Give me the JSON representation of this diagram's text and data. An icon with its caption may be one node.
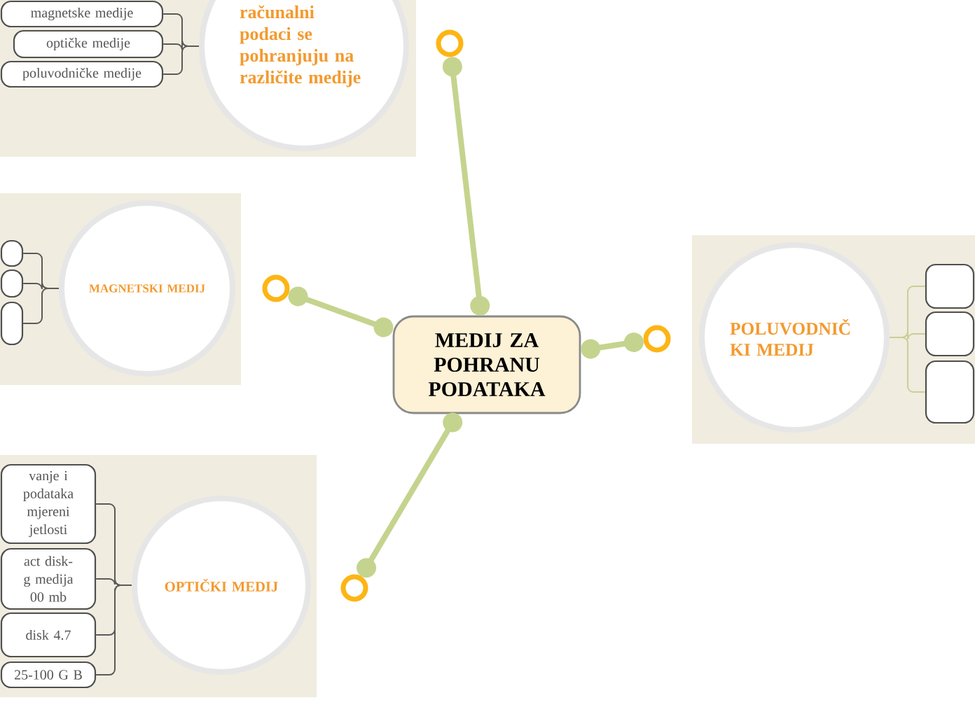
{
  "diagram": {
    "nodes": [
      {
        "text": [],
        "shape": "box"
      },
      {
        "text": [
          "računalni podaci se pohranjuju na različite medije"
        ],
        "in": 0
      },
      {
        "text": [
          "magnetske medije"
        ],
        "in": 0
      },
      {
        "text": [
          "optičke medije"
        ],
        "in": 0
      },
      {
        "text": [
          "poluvodničke medije"
        ],
        "in": 0
      },
      {
        "text": [],
        "shape": "circle"
      },
      {
        "text": [],
        "shape": "box"
      },
      {
        "text": [
          "MAGNETSKI MEDIJ"
        ],
        "in": 6
      },
      {
        "text": [],
        "shape": "box",
        "in": 6
      },
      {
        "text": [],
        "shape": "box",
        "in": 6
      },
      {
        "text": [],
        "shape": "box",
        "in": 6
      },
      {
        "text": [],
        "shape": "circle"
      },
      {
        "text": [
          "MEDIJ ZA POHRANU PODATAKA"
        ]
      },
      {
        "text": [],
        "shape": "circle"
      },
      {
        "text": [],
        "shape": "box"
      },
      {
        "text": [
          "POLUVODNIČ KI MEDIJ"
        ],
        "in": 14
      },
      {
        "text": [],
        "shape": "box",
        "in": 14
      },
      {
        "text": [],
        "shape": "box",
        "in": 14
      },
      {
        "text": [],
        "shape": "box",
        "in": 14
      },
      {
        "text": [],
        "shape": "box"
      },
      {
        "text": [
          "OPTIČKI MEDIJ"
        ],
        "in": 19
      },
      {
        "text": [
          "vanje i podataka mjereni jetlosti"
        ],
        "in": 19
      },
      {
        "text": [
          "act disk- g medija 00 mb"
        ],
        "in": 19
      },
      {
        "text": [
          "disk 4.7"
        ],
        "in": 19
      },
      {
        "text": [
          "25-100 G B"
        ],
        "in": 19
      },
      {
        "text": [],
        "shape": "circle"
      }
    ],
    "edges": [
      {
        "from": 12,
        "to": 5,
        "arrow": "other",
        "style": "thick",
        "color": "#c4d48e"
      },
      {
        "from": 1,
        "to": 2,
        "arrow": "none"
      },
      {
        "from": 1,
        "to": 3,
        "arrow": "none"
      },
      {
        "from": 1,
        "to": 4,
        "arrow": "none"
      },
      {
        "from": 12,
        "to": 11,
        "arrow": "other",
        "style": "thick",
        "color": "#c4d48e"
      },
      {
        "from": 7,
        "to": 8,
        "arrow": "none"
      },
      {
        "from": 7,
        "to": 9,
        "arrow": "none"
      },
      {
        "from": 7,
        "to": 10,
        "arrow": "none"
      },
      {
        "from": 12,
        "to": 13,
        "arrow": "other",
        "style": "thick",
        "color": "#c4d48e"
      },
      {
        "from": 15,
        "to": 16,
        "arrow": "none",
        "color": "#c9cf95"
      },
      {
        "from": 15,
        "to": 17,
        "arrow": "none",
        "color": "#c9cf95"
      },
      {
        "from": 15,
        "to": 18,
        "arrow": "none",
        "color": "#c9cf95"
      },
      {
        "from": 12,
        "to": 25,
        "arrow": "other",
        "style": "thick",
        "color": "#c4d48e"
      },
      {
        "from": 20,
        "to": 21,
        "arrow": "none"
      },
      {
        "from": 20,
        "to": 22,
        "arrow": "none"
      },
      {
        "from": 20,
        "to": 23,
        "arrow": "none"
      },
      {
        "from": 20,
        "to": 24,
        "arrow": "none"
      }
    ]
  }
}
